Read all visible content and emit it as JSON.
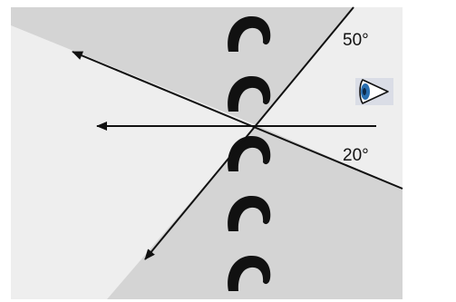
{
  "labels": {
    "angle_upper": "50°",
    "angle_lower": "20°"
  },
  "icons": {
    "eye": "eye-icon",
    "shape": "hook-shape-icon"
  },
  "colors": {
    "panel_dark": "#d4d4d4",
    "panel_light": "#eeeeee",
    "line": "#111111",
    "shape_fill": "#111111",
    "eye_iris": "#2a6fb0",
    "eye_bg": "#dadde6"
  },
  "hook_shape_count": 5
}
